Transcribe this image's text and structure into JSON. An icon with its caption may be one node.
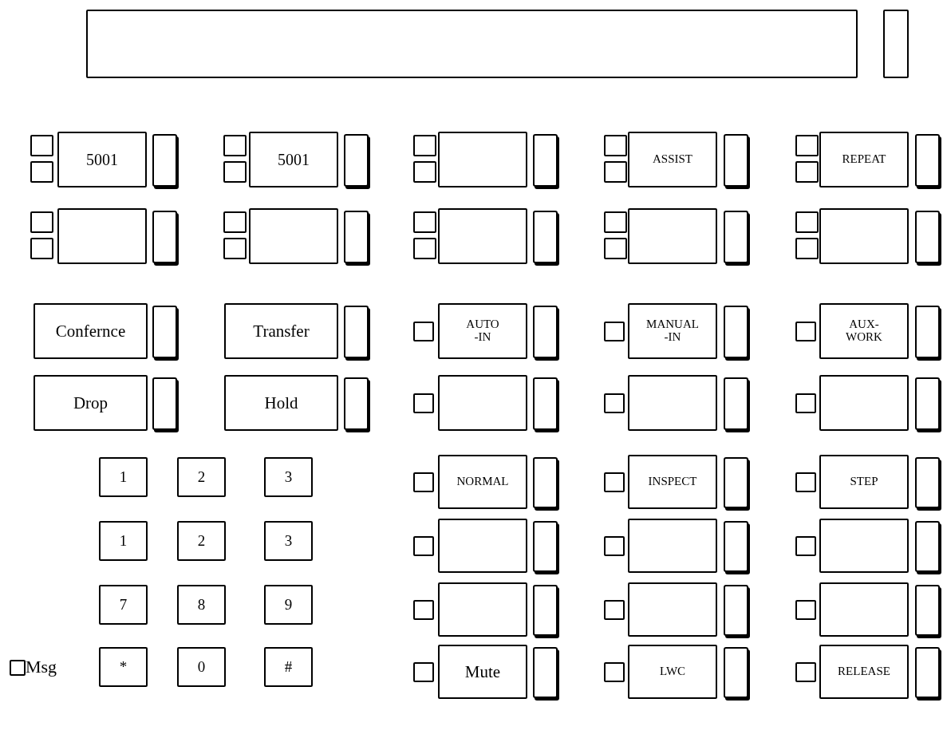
{
  "diagram": {
    "nodes": [
      {
        "text": [],
        "shape": "box"
      },
      {
        "text": [],
        "shape": "box"
      },
      {
        "text": [
          "5001"
        ]
      },
      {
        "text": [
          "5001"
        ]
      },
      {
        "text": [],
        "shape": "box"
      },
      {
        "text": [
          "ASSIST"
        ]
      },
      {
        "text": [
          "REPEAT"
        ]
      },
      {
        "text": [],
        "shape": "box"
      },
      {
        "text": [],
        "shape": "box"
      },
      {
        "text": [],
        "shape": "box"
      },
      {
        "text": [],
        "shape": "box"
      },
      {
        "text": [],
        "shape": "box"
      },
      {
        "text": [
          "Confernce"
        ]
      },
      {
        "text": [
          "Transfer"
        ]
      },
      {
        "text": [
          "AUTO -IN"
        ]
      },
      {
        "text": [
          "MANUAL -IN"
        ]
      },
      {
        "text": [
          "AUX- WORK"
        ]
      },
      {
        "text": [
          "Drop"
        ]
      },
      {
        "text": [
          "Hold"
        ]
      },
      {
        "text": [],
        "shape": "box"
      },
      {
        "text": [],
        "shape": "box"
      },
      {
        "text": [],
        "shape": "box"
      },
      {
        "text": [
          "1"
        ]
      },
      {
        "text": [
          "2"
        ]
      },
      {
        "text": [
          "3"
        ]
      },
      {
        "text": [
          "NORMAL"
        ]
      },
      {
        "text": [
          "INSPECT"
        ]
      },
      {
        "text": [
          "STEP"
        ]
      },
      {
        "text": [
          "1"
        ]
      },
      {
        "text": [
          "2"
        ]
      },
      {
        "text": [
          "3"
        ]
      },
      {
        "text": [],
        "shape": "box"
      },
      {
        "text": [],
        "shape": "box"
      },
      {
        "text": [],
        "shape": "box"
      },
      {
        "text": [
          "7"
        ]
      },
      {
        "text": [
          "8"
        ]
      },
      {
        "text": [
          "9"
        ]
      },
      {
        "text": [],
        "shape": "box"
      },
      {
        "text": [],
        "shape": "box"
      },
      {
        "text": [],
        "shape": "box"
      },
      {
        "text": [
          "*"
        ]
      },
      {
        "text": [
          "0"
        ]
      },
      {
        "text": [
          "#"
        ]
      },
      {
        "text": [
          "Mute"
        ]
      },
      {
        "text": [
          "LWC"
        ]
      },
      {
        "text": [
          "RELEASE"
        ]
      }
    ],
    "labels": [
      "Msg"
    ]
  }
}
